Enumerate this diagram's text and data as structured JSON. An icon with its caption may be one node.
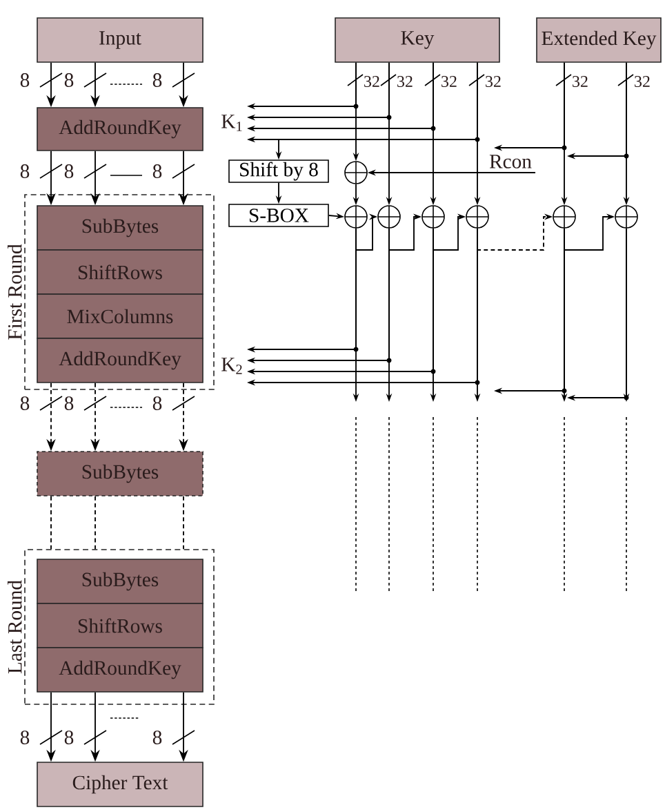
{
  "diagram": {
    "nodes": [
      {
        "text": [
          "Input"
        ]
      },
      {
        "text": [
          "AddRoundKey"
        ]
      },
      {
        "text": [
          "First Round"
        ]
      },
      {
        "text": [
          "SubBytes"
        ],
        "in": 2
      },
      {
        "text": [
          "ShiftRows"
        ],
        "in": 2
      },
      {
        "text": [
          "MixColumns"
        ],
        "in": 2
      },
      {
        "text": [
          "AddRoundKey"
        ],
        "in": 2
      },
      {
        "text": [
          "SubBytes"
        ]
      },
      {
        "text": [
          "Last Round"
        ]
      },
      {
        "text": [
          "SubBytes"
        ],
        "in": 8
      },
      {
        "text": [
          "ShiftRows"
        ],
        "in": 8
      },
      {
        "text": [
          "AddRoundKey"
        ],
        "in": 8
      },
      {
        "text": [
          "Cipher Text"
        ]
      },
      {
        "text": [
          "Key"
        ]
      },
      {
        "text": [
          "Extended Key"
        ]
      },
      {
        "text": [
          "K$_{1}$"
        ]
      },
      {
        "text": [
          "Shift by 8"
        ]
      },
      {
        "text": [],
        "shape": "circle"
      },
      {
        "text": [
          "S-BOX"
        ]
      },
      {
        "text": [],
        "shape": "circle"
      },
      {
        "text": [],
        "shape": "circle"
      },
      {
        "text": [],
        "shape": "circle"
      },
      {
        "text": [],
        "shape": "circle"
      },
      {
        "text": [],
        "shape": "circle"
      },
      {
        "text": [],
        "shape": "circle"
      },
      {
        "text": [
          "K$_{2}$"
        ]
      }
    ],
    "edges": [
      {
        "from": 0,
        "to": 1,
        "arrow": "to",
        "label": "8"
      },
      {
        "from": 0,
        "to": 1,
        "arrow": "to",
        "label": "8"
      },
      {
        "from": 0,
        "to": 1,
        "arrow": "to",
        "label": "8"
      },
      {
        "from": 1,
        "to": 3,
        "arrow": "to",
        "label": "8"
      },
      {
        "from": 1,
        "to": 3,
        "arrow": "to",
        "label": "8"
      },
      {
        "from": 1,
        "to": 3,
        "arrow": "to",
        "label": "8"
      },
      {
        "from": 6,
        "to": 7,
        "arrow": "to",
        "label": "8",
        "style": "dashed"
      },
      {
        "from": 6,
        "to": 7,
        "arrow": "to",
        "label": "8",
        "style": "dashed"
      },
      {
        "from": 6,
        "to": 7,
        "arrow": "to",
        "label": "8",
        "style": "dashed"
      },
      {
        "from": 7,
        "to": 8,
        "arrow": "none",
        "style": "dashed"
      },
      {
        "from": 7,
        "to": 8,
        "arrow": "none",
        "style": "dashed"
      },
      {
        "from": 7,
        "to": 8,
        "arrow": "none",
        "style": "dashed"
      },
      {
        "from": 11,
        "to": 12,
        "arrow": "to",
        "label": "8"
      },
      {
        "from": 11,
        "to": 12,
        "arrow": "to",
        "label": "8"
      },
      {
        "from": 11,
        "to": 12,
        "arrow": "to",
        "label": "8"
      },
      {
        "from": 13,
        "to": 15,
        "arrow": "to"
      },
      {
        "from": 13,
        "to": 15,
        "arrow": "to"
      },
      {
        "from": 13,
        "to": 15,
        "arrow": "to"
      },
      {
        "from": 13,
        "to": 15,
        "arrow": "to"
      },
      {
        "from": 13,
        "to": 16,
        "arrow": "to"
      },
      {
        "from": 16,
        "to": 18,
        "arrow": "to"
      },
      {
        "from": 13,
        "to": 17,
        "arrow": "to",
        "label": "32"
      },
      {
        "from": null,
        "to": 17,
        "arrow": "to",
        "label": "Rcon"
      },
      {
        "from": 17,
        "to": 19,
        "arrow": "to"
      },
      {
        "from": 18,
        "to": 19,
        "arrow": "to"
      },
      {
        "from": 13,
        "to": 20,
        "arrow": "to",
        "label": "32"
      },
      {
        "from": 13,
        "to": 21,
        "arrow": "to",
        "label": "32"
      },
      {
        "from": 13,
        "to": 22,
        "arrow": "to",
        "label": "32"
      },
      {
        "from": 14,
        "to": 23,
        "arrow": "to",
        "label": "32"
      },
      {
        "from": 14,
        "to": 24,
        "arrow": "to",
        "label": "32"
      },
      {
        "from": 19,
        "to": 20,
        "arrow": "to"
      },
      {
        "from": 20,
        "to": 21,
        "arrow": "to"
      },
      {
        "from": 21,
        "to": 22,
        "arrow": "to"
      },
      {
        "from": 22,
        "to": 23,
        "arrow": "to",
        "style": "dashed"
      },
      {
        "from": 23,
        "to": 24,
        "arrow": "to"
      },
      {
        "from": 14,
        "to": null,
        "arrow": "to"
      },
      {
        "from": 14,
        "to": null,
        "arrow": "to"
      },
      {
        "from": 19,
        "to": 25,
        "arrow": "to"
      },
      {
        "from": 20,
        "to": 25,
        "arrow": "to"
      },
      {
        "from": 21,
        "to": 25,
        "arrow": "to"
      },
      {
        "from": 22,
        "to": 25,
        "arrow": "to"
      },
      {
        "from": 23,
        "to": null,
        "arrow": "to"
      },
      {
        "from": 24,
        "to": null,
        "arrow": "to"
      },
      {
        "from": 19,
        "to": null,
        "arrow": "to"
      },
      {
        "from": 20,
        "to": null,
        "arrow": "to"
      },
      {
        "from": 21,
        "to": null,
        "arrow": "to"
      },
      {
        "from": 22,
        "to": null,
        "arrow": "to"
      },
      {
        "from": 23,
        "to": null,
        "arrow": "to"
      },
      {
        "from": 24,
        "to": null,
        "arrow": "to"
      }
    ]
  }
}
